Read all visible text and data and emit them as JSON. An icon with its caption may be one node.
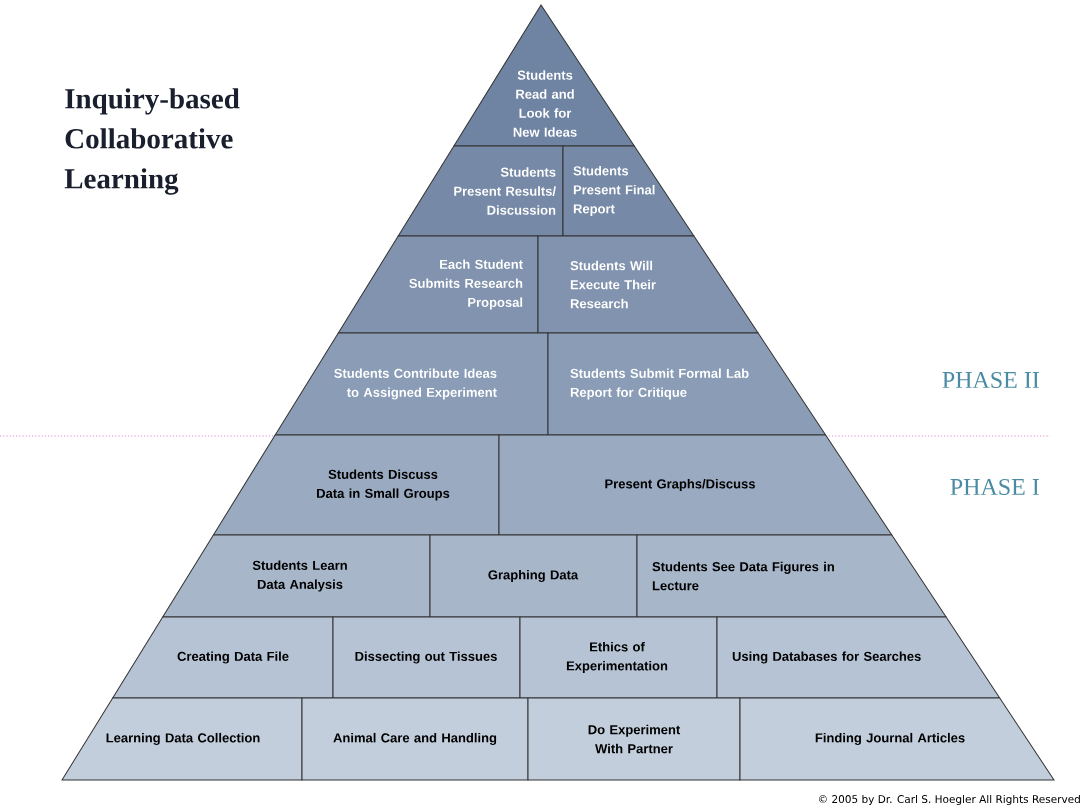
{
  "diagram": {
    "title": "Inquiry-based Collaborative Learning",
    "nodes": [
      {
        "text": [
          "Students Read and Look for New Ideas"
        ]
      },
      {
        "text": [
          "Students Present Results/ Discussion"
        ]
      },
      {
        "text": [
          "Students Present Final Report"
        ]
      },
      {
        "text": [
          "Each Student Submits Research Proposal"
        ]
      },
      {
        "text": [
          "Students Will Execute Their Research"
        ]
      },
      {
        "text": [
          "Students Contribute Ideas to Assigned Experiment"
        ]
      },
      {
        "text": [
          "Students Submit Formal Lab Report for Critique"
        ]
      },
      {
        "text": [
          "Students Discuss Data in Small Groups"
        ]
      },
      {
        "text": [
          "Present Graphs/Discuss"
        ]
      },
      {
        "text": [
          "Students Learn Data Analysis"
        ]
      },
      {
        "text": [
          "Graphing Data"
        ]
      },
      {
        "text": [
          "Students See Data Figures in Lecture"
        ]
      },
      {
        "text": [
          "Creating Data File"
        ]
      },
      {
        "text": [
          "Dissecting out Tissues"
        ]
      },
      {
        "text": [
          "Ethics of Experimentation"
        ]
      },
      {
        "text": [
          "Using Databases for Searches"
        ]
      },
      {
        "text": [
          "Learning Data Collection"
        ]
      },
      {
        "text": [
          "Animal Care and Handling"
        ]
      },
      {
        "text": [
          "Do Experiment With Partner"
        ]
      },
      {
        "text": [
          "Finding Journal Articles"
        ]
      }
    ],
    "labels": [
      "PHASE II",
      "PHASE I",
      "© 2005 by Dr. Carl S. Hoegler  All Rights Reserved"
    ]
  }
}
